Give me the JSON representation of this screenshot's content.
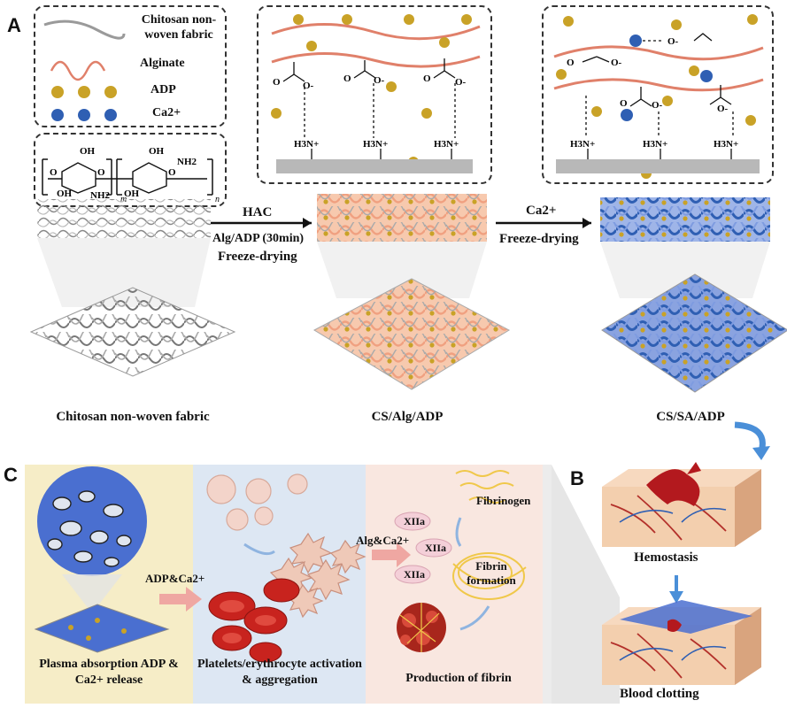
{
  "panels": {
    "a": "A",
    "b": "B",
    "c": "C"
  },
  "legend": {
    "chitosan": "Chitosan non-woven fabric",
    "alginate": "Alginate",
    "adp": "ADP",
    "ca": "Ca2+"
  },
  "structure": {
    "oh": "OH",
    "nh2": "NH2",
    "o": "O",
    "m": "m",
    "n": "n"
  },
  "step1": {
    "reagent": "HAC",
    "condition": "Alg/ADP (30min)",
    "process": "Freeze-drying"
  },
  "step2": {
    "reagent": "Ca2+",
    "process": "Freeze-drying"
  },
  "chem": {
    "amine": "H3N+",
    "carboxylate": "O-",
    "carbonyl": "O"
  },
  "products": {
    "start": "Chitosan non-woven fabric",
    "mid": "CS/Alg/ADP",
    "end": "CS/SA/ADP"
  },
  "mechanism": {
    "release_arrow": "ADP&Ca2+",
    "activation_arrow": "Alg&Ca2+",
    "factor": "XIIa",
    "fibrinogen": "Fibrinogen",
    "fibrin": "Fibrin formation",
    "cap1": "Plasma absorption ADP & Ca2+ release",
    "cap2": "Platelets/erythrocyte activation & aggregation",
    "cap3": "Production of fibrin"
  },
  "outcomes": {
    "hemostasis": "Hemostasis",
    "clotting": "Blood clotting"
  },
  "colors": {
    "alginate": "#e0806a",
    "adp": "#c9a227",
    "ca": "#2f5fb3",
    "fabric_blue": "#4a6fd0",
    "panel_yellow": "#f6edc7",
    "panel_blue": "#dde7f3",
    "panel_pink": "#f9e7e0",
    "rbc": "#c8231e",
    "platelet": "#f1d3c8"
  }
}
